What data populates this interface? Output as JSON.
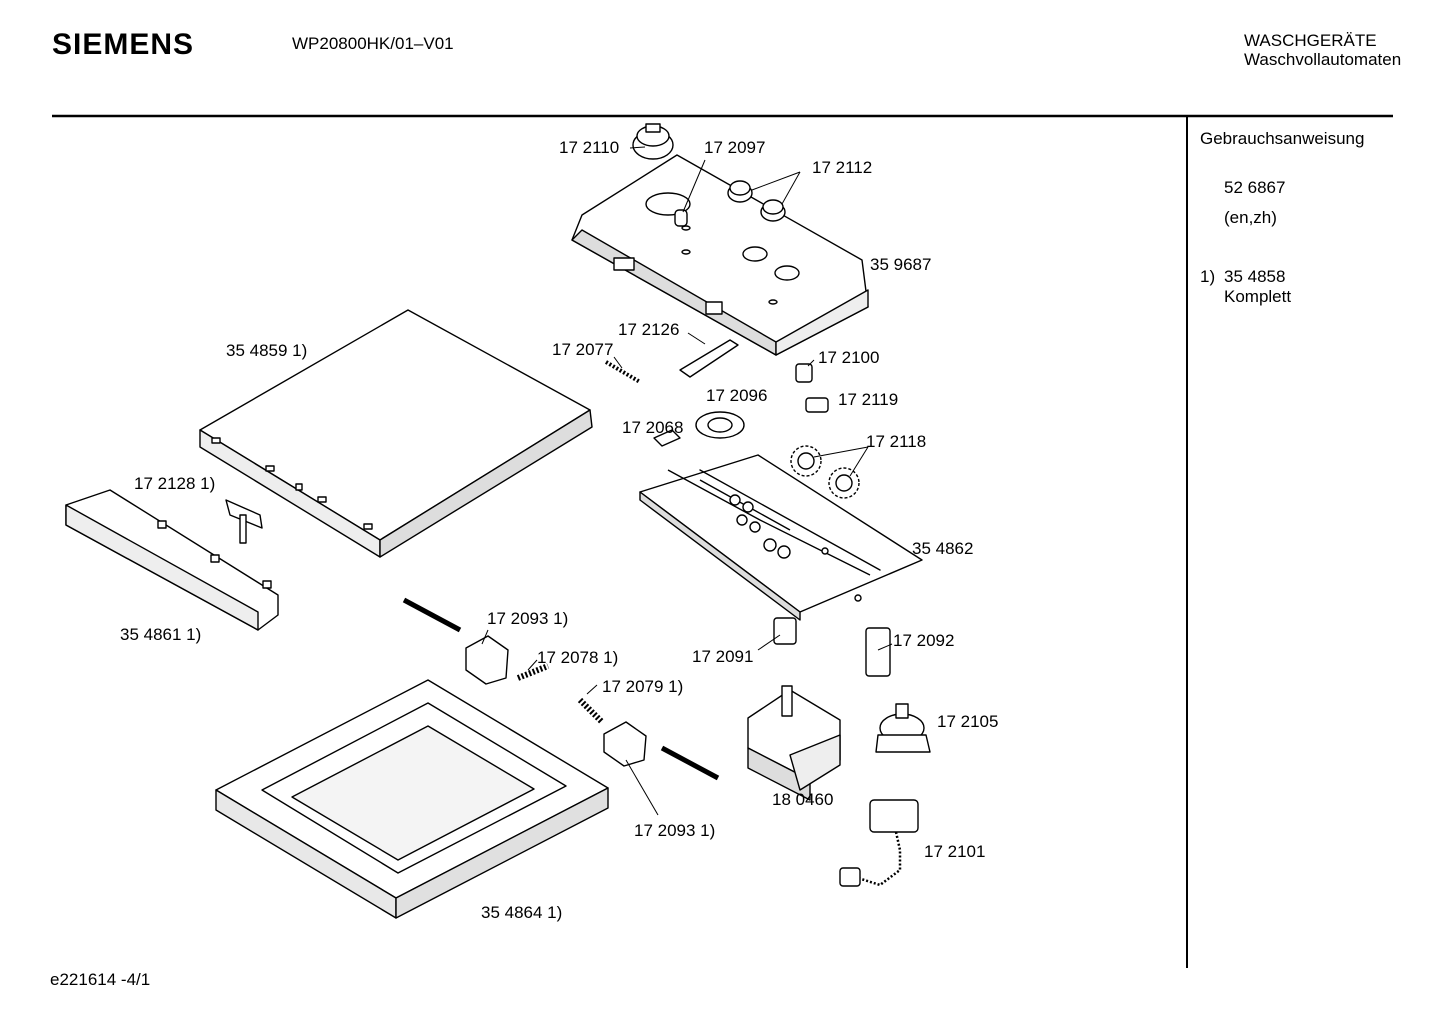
{
  "header": {
    "brand": "SIEMENS",
    "model": "WP20800HK/01–V01",
    "category": "WASCHGERÄTE",
    "subcategory": "Waschvollautomaten"
  },
  "sidebar": {
    "manual_title": "Gebrauchsanweisung",
    "manual_number": "52 6867",
    "manual_languages": "(en,zh)",
    "footnote_marker": "1)",
    "footnote_part": "35 4858",
    "footnote_text": "Komplett"
  },
  "footer": {
    "drawing_id": "e221614  -4/1"
  },
  "parts": [
    "17 2110",
    "17 2097",
    "17 2112",
    "35 9687",
    "17 2126",
    "17 2077",
    "17 2100",
    "35 4859 1)",
    "17 2096",
    "17 2119",
    "17 2068",
    "17 2118",
    "17 2128 1)",
    "35 4862",
    "35 4861 1)",
    "17 2093 1)",
    "17 2078 1)",
    "17 2092",
    "17 2091",
    "17 2079 1)",
    "17 2105",
    "18 0460",
    "17 2093 1)",
    "17 2101",
    "35 4864 1)"
  ]
}
